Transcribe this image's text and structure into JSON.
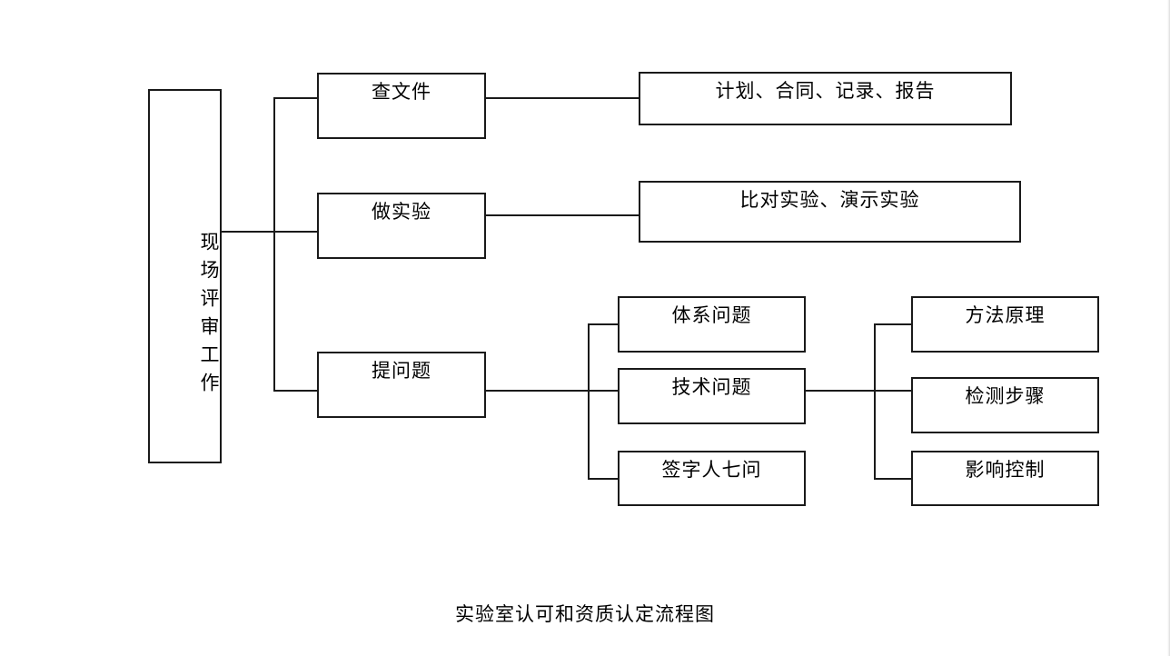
{
  "diagram": {
    "caption": "实验室认可和资质认定流程图",
    "root": {
      "label": "现场评审工作"
    },
    "level1": [
      {
        "label": "查文件"
      },
      {
        "label": "做实验"
      },
      {
        "label": "提问题"
      }
    ],
    "level2": [
      {
        "label": "计划、合同、记录、报告"
      },
      {
        "label": "比对实验、演示实验"
      },
      {
        "label": "体系问题"
      },
      {
        "label": "技术问题"
      },
      {
        "label": "签字人七问"
      }
    ],
    "level3": [
      {
        "label": "方法原理"
      },
      {
        "label": "检测步骤"
      },
      {
        "label": "影响控制"
      }
    ],
    "colors": {
      "stroke": "#1a1a1a",
      "background": "#ffffff",
      "text": "#000000"
    }
  }
}
